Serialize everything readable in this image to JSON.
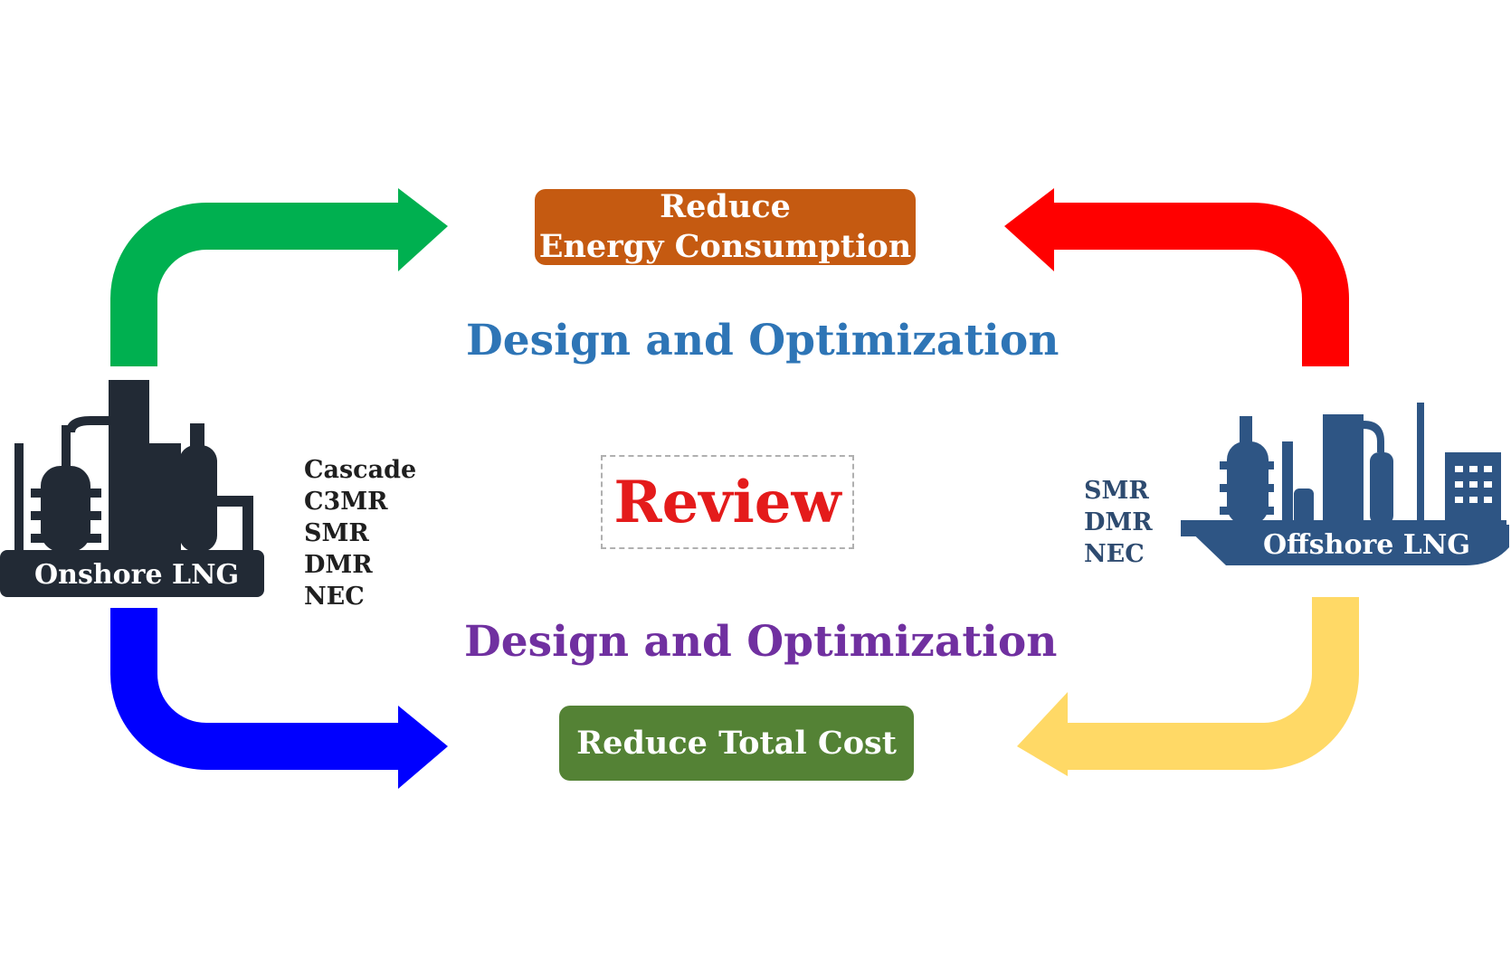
{
  "boxes": {
    "energy": {
      "line1": "Reduce",
      "line2": "Energy Consumption",
      "color": "#c55a11"
    },
    "cost": {
      "label": "Reduce Total Cost",
      "color": "#548235"
    }
  },
  "headings": {
    "top": "Design and Optimization",
    "bottom": "Design and Optimization",
    "top_color": "#2e75b6",
    "bottom_color": "#7030a0"
  },
  "center": {
    "label": "Review",
    "color": "#e41b1b"
  },
  "onshore": {
    "label": "Onshore LNG",
    "methods": [
      "Cascade",
      "C3MR",
      "SMR",
      "DMR",
      "NEC"
    ],
    "color": "#222a35"
  },
  "offshore": {
    "label": "Offshore LNG",
    "methods": [
      "SMR",
      "DMR",
      "NEC"
    ],
    "color": "#2e5584"
  },
  "arrows": {
    "top_left": {
      "color": "#00b050",
      "icon": "curved-arrow-right"
    },
    "top_right": {
      "color": "#ff0000",
      "icon": "curved-arrow-left"
    },
    "bottom_left": {
      "color": "#0000ff",
      "icon": "curved-arrow-right"
    },
    "bottom_right": {
      "color": "#ffd966",
      "icon": "curved-arrow-left"
    }
  }
}
